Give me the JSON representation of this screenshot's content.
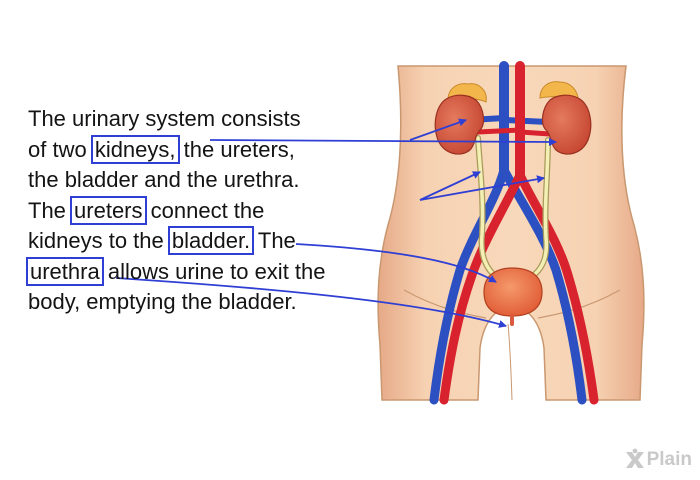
{
  "text_lines": [
    {
      "before": "The urinary system consists"
    },
    {
      "before": "of two ",
      "keyword": "kidneys,",
      "after": " the ureters,"
    },
    {
      "before": "the bladder and the urethra."
    },
    {
      "before": "The ",
      "keyword": "ureters",
      "after": " connect the"
    },
    {
      "before": "kidneys to the ",
      "keyword": "bladder.",
      "after": " The"
    },
    {
      "before": "",
      "keyword": "urethra",
      "after": " allows urine to exit the"
    },
    {
      "before": "body, emptying the bladder."
    }
  ],
  "logo": {
    "text": "Plain",
    "icon": "x-logo-icon"
  },
  "colors": {
    "keyword_box": "#2f3fd4",
    "arrow": "#2f3fd4",
    "skin": "#f2c8a4",
    "skin_outline": "#c99870",
    "kidney": "#d85a40",
    "adrenal": "#f3b64a",
    "artery": "#d8232f",
    "vein": "#2c4fc2",
    "ureter": "#f3efb5",
    "bladder": "#ea6a3e",
    "logo": "#c9c9c9"
  }
}
